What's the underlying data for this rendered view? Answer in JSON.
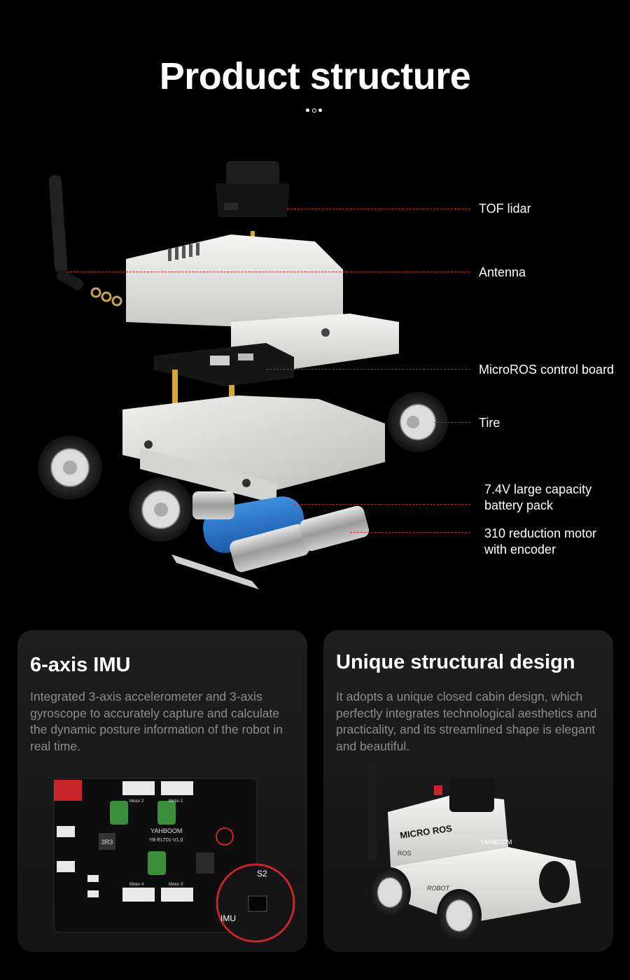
{
  "header": {
    "title": "Product structure"
  },
  "callouts": [
    {
      "label": "TOF lidar"
    },
    {
      "label": "Antenna"
    },
    {
      "label": "MicroROS control board"
    },
    {
      "label": "Tire"
    },
    {
      "label_lines": [
        "7.4V large capacity",
        "battery pack"
      ]
    },
    {
      "label_lines": [
        "310 reduction motor",
        "with encoder"
      ]
    }
  ],
  "cards": [
    {
      "title": "6-axis IMU",
      "body": "Integrated 3-axis accelerometer and 3-axis gyroscope to accurately capture and calculate the dynamic posture information of the robot in real time.",
      "board_labels": {
        "brand": "YAHBOOM",
        "model": "YB-ELT01-V1.0",
        "motor1": "Motor 1",
        "motor2": "Motor 2",
        "motor3": "Motor 3",
        "motor4": "Motor 4",
        "inductor": "3R3",
        "zoom_s2": "S2",
        "zoom_imu": "IMU"
      }
    },
    {
      "title": "Unique structural design",
      "body": "It adopts a unique closed cabin design, which perfectly integrates technological aesthetics and practicality, and its streamlined shape is elegant and beautiful.",
      "car_labels": {
        "badge": "MICRO ROS",
        "brand": "YAHBOOM",
        "side": "ROS",
        "robot": "ROBOT"
      }
    }
  ],
  "colors": {
    "background": "#000000",
    "leader": "#c8252b",
    "card_bg": "#1b1b1c",
    "muted_text": "#8d8d90"
  }
}
